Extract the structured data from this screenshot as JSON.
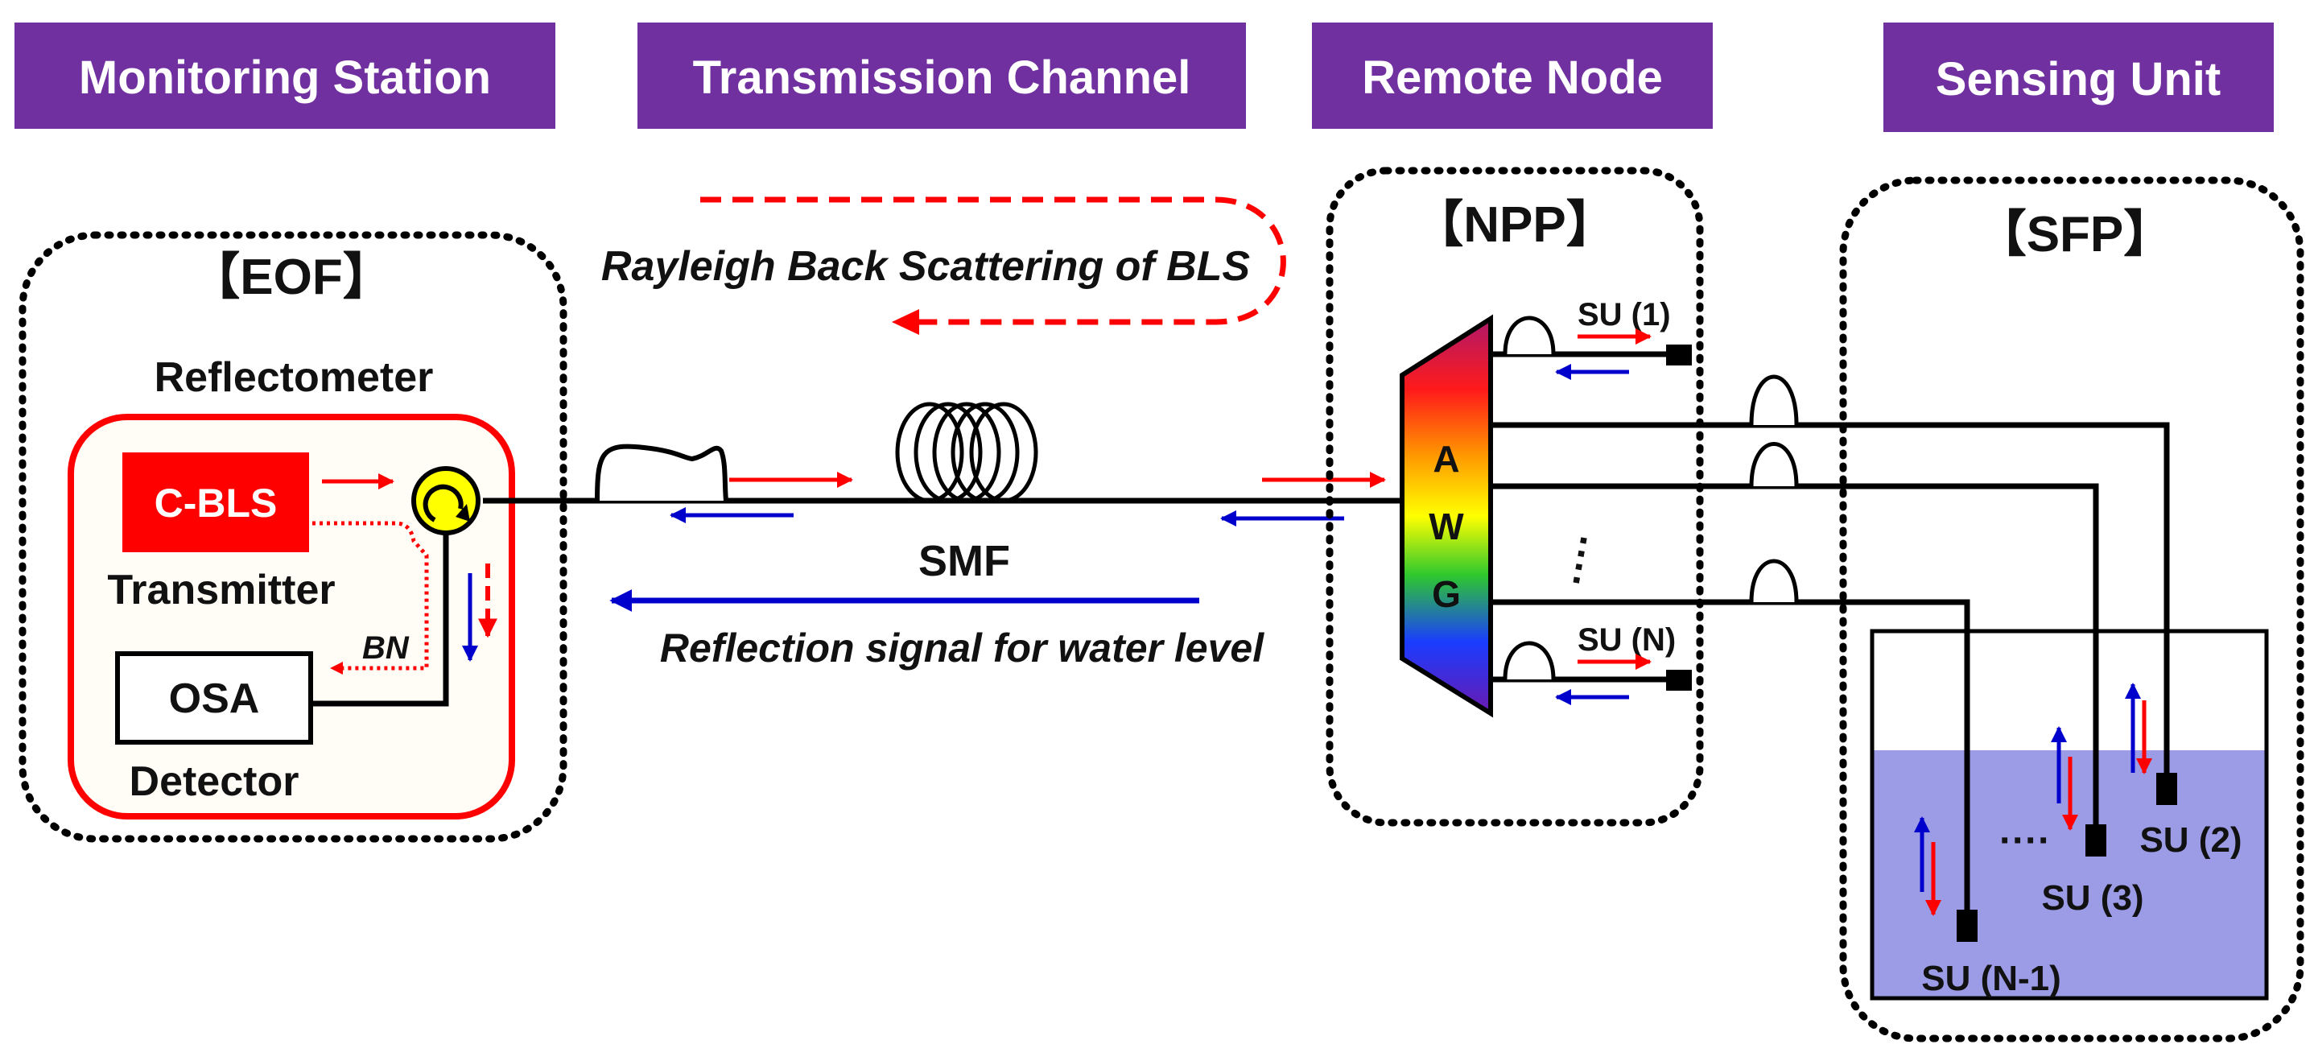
{
  "headers": {
    "monitoring_station": "Monitoring Station",
    "transmission_channel": "Transmission Channel",
    "remote_node": "Remote Node",
    "sensing_unit": "Sensing Unit"
  },
  "eof": {
    "title": "【EOF】",
    "reflectometer": "Reflectometer",
    "cbls": "C-BLS",
    "transmitter": "Transmitter",
    "osa": "OSA",
    "detector": "Detector",
    "bn": "BN"
  },
  "channel": {
    "smf": "SMF",
    "rayleigh": "Rayleigh Back Scattering of BLS",
    "reflection": "Reflection signal for water level"
  },
  "npp": {
    "title": "【NPP】",
    "awg_letters": [
      "A",
      "W",
      "G"
    ],
    "su_1": "SU (1)",
    "su_n": "SU (N)"
  },
  "sfp": {
    "title": "【SFP】",
    "su_2": "SU (2)",
    "su_3": "SU (3)",
    "su_n_minus_1": "SU (N-1)",
    "dots": "····"
  },
  "colors": {
    "header_bg": "#7030a0",
    "forward_signal": "#ff0000",
    "return_signal": "#0000cc",
    "water": "#9b9be6",
    "reflectometer_border": "#ff0000",
    "reflectometer_bg": "#fffdf6",
    "circulator": "#ffff00"
  }
}
